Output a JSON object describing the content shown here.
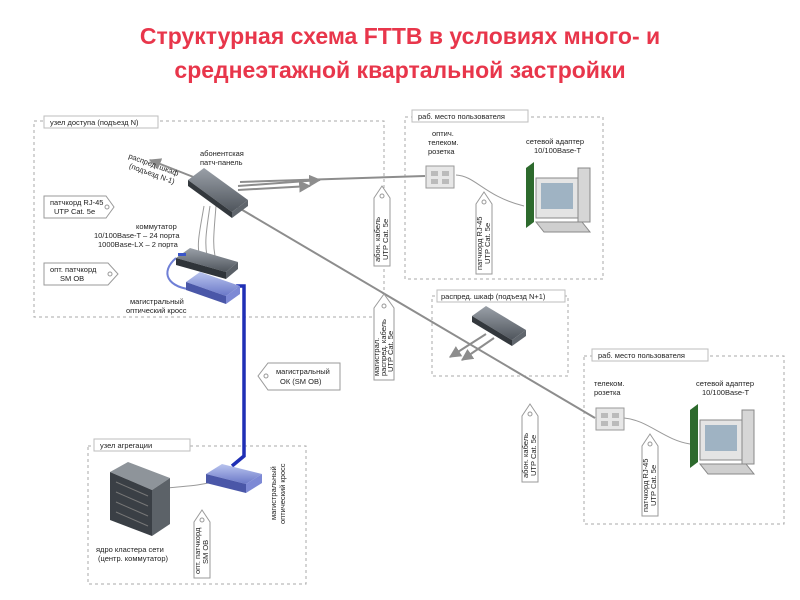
{
  "title": {
    "line1": "Структурная схема FTTB в условиях много- и",
    "line2": "среднеэтажной квартальной застройки"
  },
  "zones": {
    "access_node": "узел доступа (подъезд N)",
    "workplace_1": "раб. место пользователя",
    "distribution_cabinet_next": "распред. шкаф (подъезд N+1)",
    "workplace_2": "раб. место пользователя",
    "aggregation_node": "узел агрегации"
  },
  "labels": {
    "subscriber_patch_panel": [
      "абонентская",
      "патч-панель"
    ],
    "distribution_cabinet_rotated": [
      "распред. шкаф",
      "(подъезд N-1)"
    ],
    "switch": [
      "коммутатор",
      "10/100Base-T – 24 порта",
      "1000Base-LX – 2 порта"
    ],
    "backbone_optical_cross": [
      "магистральный",
      "оптический кросс"
    ],
    "optical_socket_1": [
      "оптич.",
      "телеком.",
      "розетка"
    ],
    "network_adapter_1": [
      "сетевой адаптер",
      "10/100Base-T"
    ],
    "telecom_socket_2": [
      "телеком.",
      "розетка"
    ],
    "network_adapter_2": [
      "сетевой адаптер",
      "10/100Base-T"
    ],
    "network_core": [
      "ядро кластера сети",
      "(центр. коммутатор)"
    ],
    "aggregation_cross_rotated": [
      "магистральный",
      "оптический кросс"
    ]
  },
  "tags": {
    "patchcord_rj45": [
      "патчкорд RJ-45",
      "UTP Cat. 5e"
    ],
    "optical_patchcord": [
      "опт. патчкорд",
      "SM OB"
    ],
    "backbone_ok": [
      "магистральный",
      "ОК (SM OB)"
    ],
    "subscriber_cable_1": [
      "абон. кабель",
      "UTP Cat. 5e"
    ],
    "patchcord_rj45_ws1": [
      "патчкорд RJ-45",
      "UTP Cat. 5e"
    ],
    "backbone_distribution_cable": [
      "магистрал.",
      "распред. кабель",
      "UTP Cat. 5e"
    ],
    "subscriber_cable_2": [
      "абон. кабель",
      "UTP Cat. 5e"
    ],
    "patchcord_rj45_ws2": [
      "патчкорд RJ-45",
      "UTP Cat. 5e"
    ],
    "optical_patchcord_agg": [
      "опт. патчкорд",
      "SM OB"
    ]
  }
}
